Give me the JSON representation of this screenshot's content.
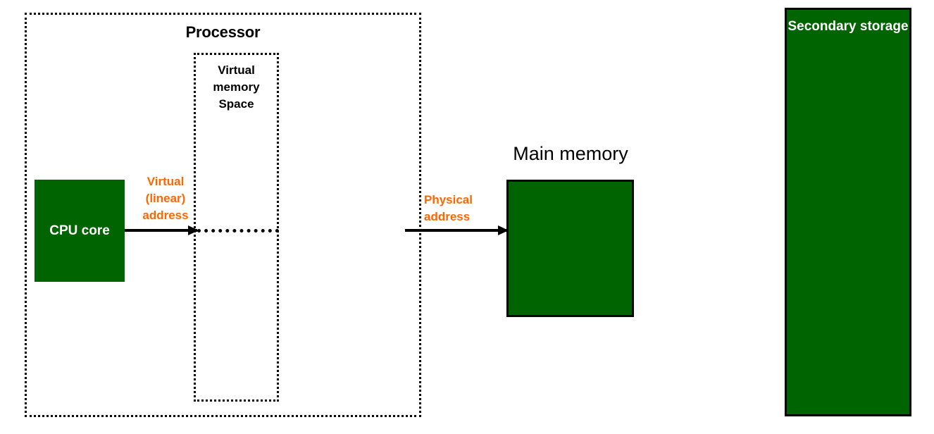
{
  "diagram": {
    "title": "Virtual memory address translation diagram",
    "colors": {
      "block_green": "#006400",
      "address_orange": "#ff6600",
      "outline_black": "#000000",
      "background": "#ffffff"
    },
    "processor": {
      "title": "Processor",
      "cpu_core_label": "CPU\ncore",
      "virtual_memory_space_label": "Virtual\nmemory\nSpace"
    },
    "labels": {
      "virtual_address": "Virtual\n(linear)\naddress",
      "physical_address": "Physical\naddress"
    },
    "main_memory": {
      "title": "Main memory"
    },
    "secondary_storage": {
      "label": "Secondary\nstorage"
    }
  }
}
